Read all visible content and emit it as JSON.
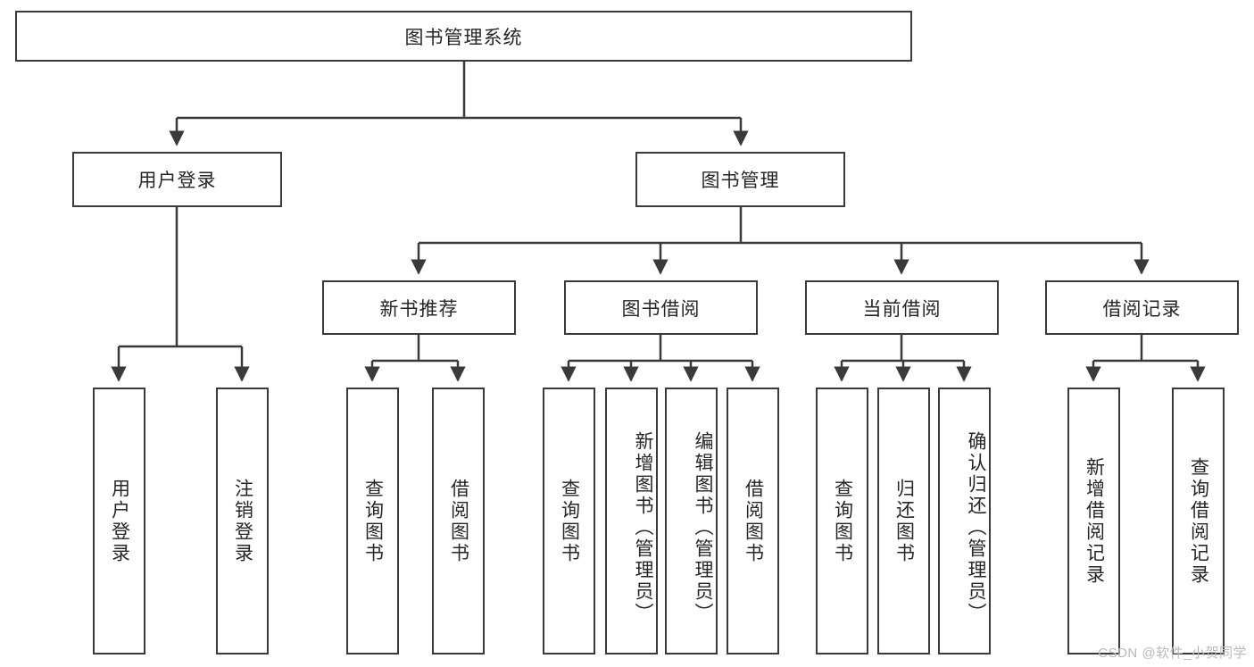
{
  "diagram": {
    "title": "图书管理系统",
    "type": "hierarchy-tree",
    "root": {
      "label": "图书管理系统"
    },
    "level2": [
      {
        "label": "用户登录"
      },
      {
        "label": "图书管理"
      }
    ],
    "level3": [
      {
        "label": "新书推荐"
      },
      {
        "label": "图书借阅"
      },
      {
        "label": "当前借阅"
      },
      {
        "label": "借阅记录"
      }
    ],
    "leaves": [
      {
        "label": "用户登录",
        "parent": "用户登录"
      },
      {
        "label": "注销登录",
        "parent": "用户登录"
      },
      {
        "label": "查询图书",
        "parent": "新书推荐"
      },
      {
        "label": "借阅图书",
        "parent": "新书推荐"
      },
      {
        "label": "查询图书",
        "parent": "图书借阅"
      },
      {
        "label": "新增图书（管理员）",
        "parent": "图书借阅"
      },
      {
        "label": "编辑图书（管理员）",
        "parent": "图书借阅"
      },
      {
        "label": "借阅图书",
        "parent": "图书借阅"
      },
      {
        "label": "查询图书",
        "parent": "当前借阅"
      },
      {
        "label": "归还图书",
        "parent": "当前借阅"
      },
      {
        "label": "确认归还（管理员）",
        "parent": "当前借阅"
      },
      {
        "label": "新增借阅记录",
        "parent": "借阅记录"
      },
      {
        "label": "查询借阅记录",
        "parent": "借阅记录"
      }
    ]
  },
  "watermark": {
    "text": "CSDN @软件_小贺同学"
  },
  "colors": {
    "border": "#3a3a3a",
    "text": "#262626",
    "background": "#ffffff",
    "watermark": "#b9b9b9"
  }
}
